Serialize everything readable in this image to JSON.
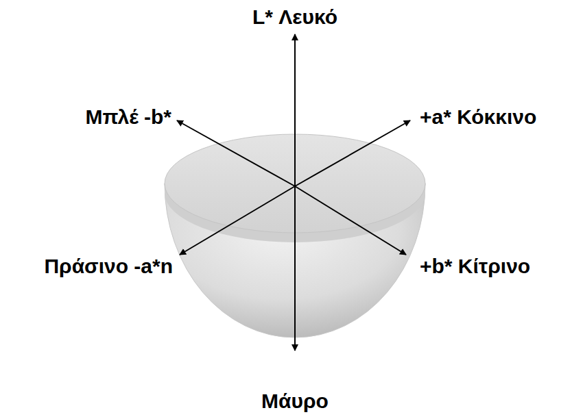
{
  "diagram": {
    "labels": [
      "L* Λευκό",
      "Μπλέ -b*",
      "+a* Κόκκινο",
      "Πράσινο -a*n",
      "+b* Κίτρινο",
      "Μάυρο"
    ]
  }
}
